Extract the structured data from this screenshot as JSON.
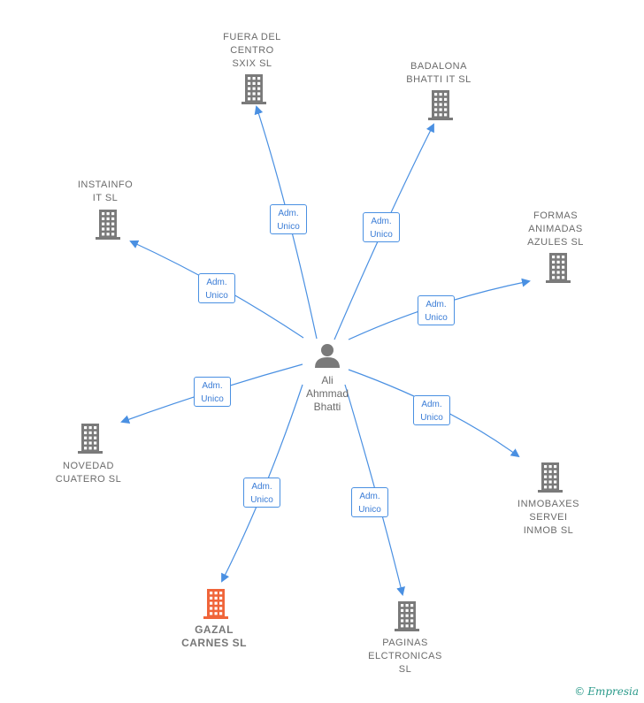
{
  "colors": {
    "edge": "#4a90e2",
    "building": "#7a7a7a",
    "building_highlight": "#f0653a",
    "person": "#7a7a7a"
  },
  "person": {
    "name": "Ali\nAhmmad\nBhatti",
    "icon": "person-icon"
  },
  "nodes": [
    {
      "id": "fuera",
      "label": "FUERA DEL\nCENTRO\nSXIX  SL",
      "highlight": false
    },
    {
      "id": "badalona",
      "label": "BADALONA\nBHATTI IT  SL",
      "highlight": false
    },
    {
      "id": "instainfo",
      "label": "INSTAINFO\nIT  SL",
      "highlight": false
    },
    {
      "id": "formas",
      "label": "FORMAS\nANIMADAS\nAZULES  SL",
      "highlight": false
    },
    {
      "id": "novedad",
      "label": "NOVEDAD\nCUATERO  SL",
      "highlight": false
    },
    {
      "id": "inmobaxes",
      "label": "INMOBAXES\nSERVEI\nINMOB  SL",
      "highlight": false
    },
    {
      "id": "gazal",
      "label": "GAZAL\nCARNES  SL",
      "highlight": true
    },
    {
      "id": "paginas",
      "label": "PAGINAS\nELCTRONICAS\nSL",
      "highlight": false
    }
  ],
  "edges": [
    {
      "to": "fuera",
      "label": "Adm.\nUnico"
    },
    {
      "to": "badalona",
      "label": "Adm.\nUnico"
    },
    {
      "to": "instainfo",
      "label": "Adm.\nUnico"
    },
    {
      "to": "formas",
      "label": "Adm.\nUnico"
    },
    {
      "to": "novedad",
      "label": "Adm.\nUnico"
    },
    {
      "to": "inmobaxes",
      "label": "Adm.\nUnico"
    },
    {
      "to": "gazal",
      "label": "Adm.\nUnico"
    },
    {
      "to": "paginas",
      "label": "Adm.\nUnico"
    }
  ],
  "brand": {
    "copyright": "©",
    "name": "Empresia"
  }
}
